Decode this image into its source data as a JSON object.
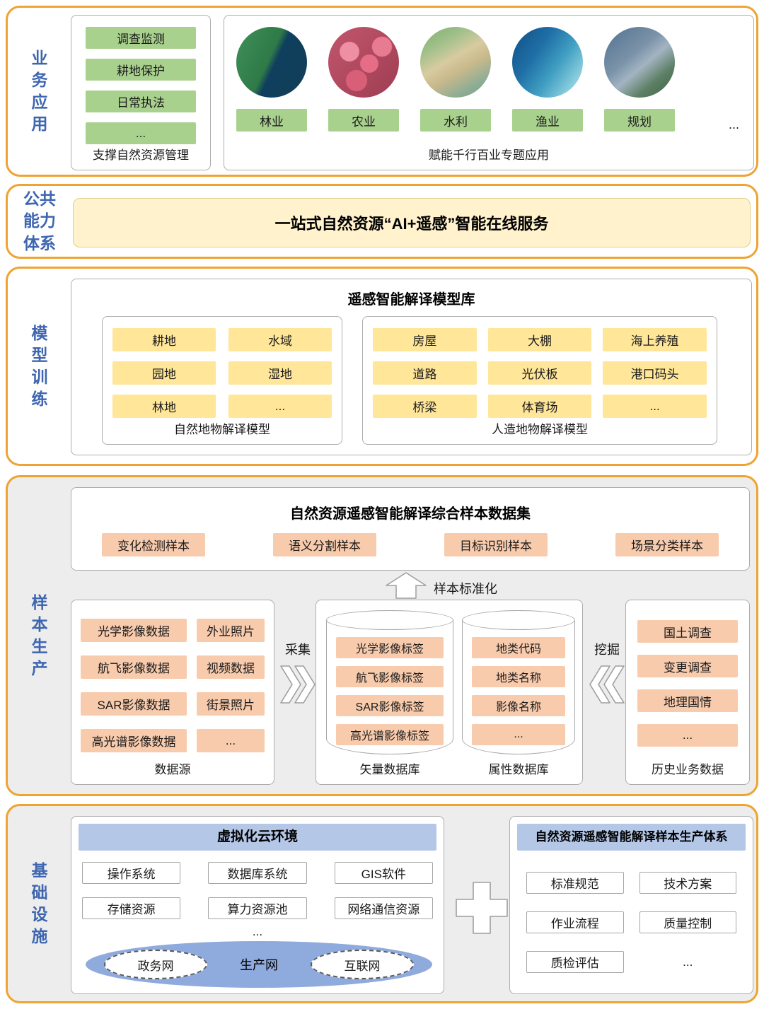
{
  "colors": {
    "section_border": "#EFA331",
    "section_gray": "#EDEDED",
    "side_label": "#3E66B0",
    "panel_border": "#ADADAD",
    "green_chip": "#A9D18E",
    "yellow_chip": "#FFE699",
    "orange_chip": "#F8CBAD",
    "banner_bg": "#FFF2CC",
    "blue_header": "#B4C7E7",
    "cloud_ellipse": "#8FAADC"
  },
  "sections": {
    "business": {
      "label": "业务应用",
      "left_items": [
        "调查监测",
        "耕地保护",
        "日常执法",
        "..."
      ],
      "left_caption": "支撑自然资源管理",
      "apps": {
        "labels": [
          "林业",
          "农业",
          "水利",
          "渔业",
          "规划"
        ],
        "icons": [
          "forestry-photo",
          "agriculture-photo",
          "water-photo",
          "fishery-photo",
          "planning-photo"
        ],
        "more": "..."
      },
      "right_caption": "赋能千行百业专题应用"
    },
    "capability": {
      "label": "公共能力体系",
      "banner": "一站式自然资源“AI+遥感”智能在线服务"
    },
    "model": {
      "label": "模型训练",
      "title": "遥感智能解译模型库",
      "natural": {
        "items": [
          "耕地",
          "水域",
          "园地",
          "湿地",
          "林地",
          "..."
        ],
        "caption": "自然地物解译模型"
      },
      "artificial": {
        "items": [
          "房屋",
          "大棚",
          "海上养殖",
          "道路",
          "光伏板",
          "港口码头",
          "桥梁",
          "体育场",
          "..."
        ],
        "caption": "人造地物解译模型"
      }
    },
    "sample": {
      "label": "样本生产",
      "dataset_title": "自然资源遥感智能解译综合样本数据集",
      "dataset_items": [
        "变化检测样本",
        "语义分割样本",
        "目标识别样本",
        "场景分类样本"
      ],
      "standardize_label": "样本标准化",
      "collect_label": "采集",
      "mine_label": "挖掘",
      "datasource": {
        "items": [
          "光学影像数据",
          "外业照片",
          "航飞影像数据",
          "视频数据",
          "SAR影像数据",
          "街景照片",
          "高光谱影像数据",
          "..."
        ],
        "caption": "数据源"
      },
      "vector_db": {
        "items": [
          "光学影像标签",
          "航飞影像标签",
          "SAR影像标签",
          "高光谱影像标签"
        ],
        "caption": "矢量数据库"
      },
      "attribute_db": {
        "items": [
          "地类代码",
          "地类名称",
          "影像名称",
          "..."
        ],
        "caption": "属性数据库"
      },
      "history": {
        "items": [
          "国土调查",
          "变更调查",
          "地理国情",
          "..."
        ],
        "caption": "历史业务数据"
      }
    },
    "infra": {
      "label": "基础设施",
      "cloud": {
        "title": "虚拟化云环境",
        "items": [
          "操作系统",
          "数据库系统",
          "GIS软件",
          "存储资源",
          "算力资源池",
          "网络通信资源"
        ],
        "more": "...",
        "networks": {
          "left": "政务网",
          "center": "生产网",
          "right": "互联网"
        }
      },
      "system": {
        "title": "自然资源遥感智能解译样本生产体系",
        "items": [
          "标准规范",
          "技术方案",
          "作业流程",
          "质量控制",
          "质检评估",
          "..."
        ]
      }
    }
  }
}
